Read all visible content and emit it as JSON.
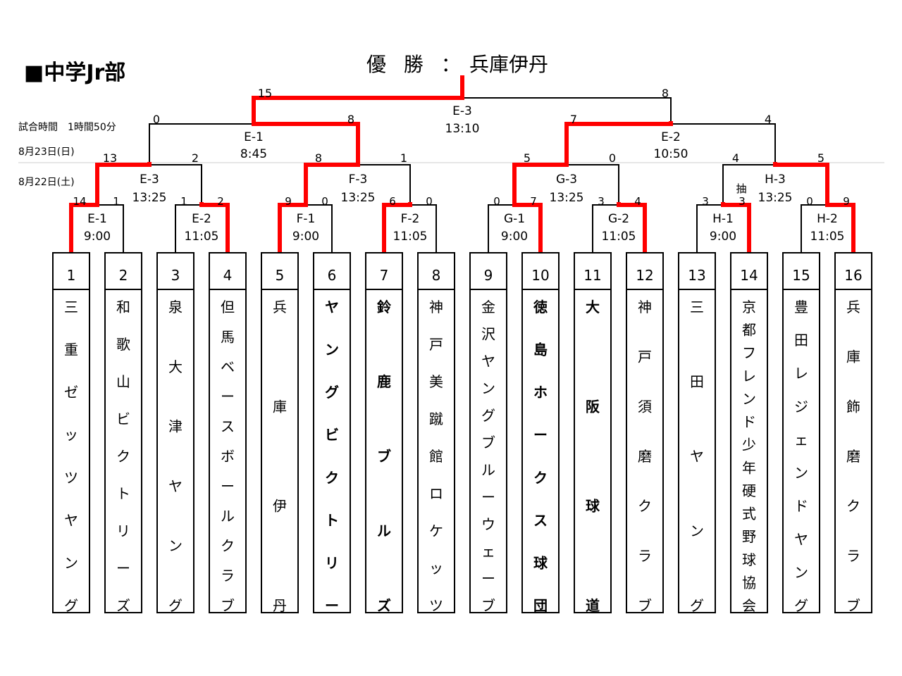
{
  "section_title": "■中学Jr部",
  "champion_label": "優 勝 ：",
  "champion_team": "兵庫伊丹",
  "match_duration": "試合時間　1時間50分",
  "date_day2": "8月23日(日)",
  "date_day1": "8月22日(土)",
  "colors": {
    "winner_path": "#ff0000",
    "line": "#000000"
  },
  "teams": [
    {
      "seed": "1",
      "name": "三重ゼッツヤング",
      "bold": false
    },
    {
      "seed": "2",
      "name": "和歌山ビクトリーズ",
      "bold": false
    },
    {
      "seed": "3",
      "name": "泉大津ヤング",
      "bold": false
    },
    {
      "seed": "4",
      "name": "但馬ベースボールクラブ",
      "bold": false
    },
    {
      "seed": "5",
      "name": "兵庫伊丹",
      "bold": false
    },
    {
      "seed": "6",
      "name": "ヤングビクトリー",
      "bold": true
    },
    {
      "seed": "7",
      "name": "鈴鹿ブルズ",
      "bold": true
    },
    {
      "seed": "8",
      "name": "神戸美蹴館ロケッツ",
      "bold": false
    },
    {
      "seed": "9",
      "name": "金沢ヤングブルーウェーブ",
      "bold": false
    },
    {
      "seed": "10",
      "name": "徳島ホークス球団",
      "bold": true
    },
    {
      "seed": "11",
      "name": "大阪球道",
      "bold": true
    },
    {
      "seed": "12",
      "name": "神戸須磨クラブ",
      "bold": false
    },
    {
      "seed": "13",
      "name": "三田ヤング",
      "bold": false
    },
    {
      "seed": "14",
      "name": "京都フレンド少年硬式野球協会",
      "bold": false
    },
    {
      "seed": "15",
      "name": "豊田レジェンドヤング",
      "bold": false
    },
    {
      "seed": "16",
      "name": "兵庫飾磨クラブ",
      "bold": false
    }
  ],
  "round1": [
    {
      "id": "E-1",
      "time": "9:00",
      "score_left": "14",
      "score_right": "1",
      "winner": "left"
    },
    {
      "id": "E-2",
      "time": "11:05",
      "score_left": "1",
      "score_right": "2",
      "winner": "right"
    },
    {
      "id": "F-1",
      "time": "9:00",
      "score_left": "9",
      "score_right": "0",
      "winner": "left"
    },
    {
      "id": "F-2",
      "time": "11:05",
      "score_left": "6",
      "score_right": "0",
      "winner": "left"
    },
    {
      "id": "G-1",
      "time": "9:00",
      "score_left": "0",
      "score_right": "7",
      "winner": "right"
    },
    {
      "id": "G-2",
      "time": "11:05",
      "score_left": "3",
      "score_right": "4",
      "winner": "right"
    },
    {
      "id": "H-1",
      "time": "9:00",
      "score_left": "3",
      "score_right": "3",
      "winner": "right",
      "note": "抽"
    },
    {
      "id": "H-2",
      "time": "11:05",
      "score_left": "0",
      "score_right": "9",
      "winner": "right"
    }
  ],
  "round2": [
    {
      "id": "E-3",
      "time": "13:25",
      "score_left": "13",
      "score_right": "2",
      "winner": "left"
    },
    {
      "id": "F-3",
      "time": "13:25",
      "score_left": "8",
      "score_right": "1",
      "winner": "left"
    },
    {
      "id": "G-3",
      "time": "13:25",
      "score_left": "5",
      "score_right": "0",
      "winner": "left"
    },
    {
      "id": "H-3",
      "time": "13:25",
      "score_left": "4",
      "score_right": "5",
      "winner": "right"
    }
  ],
  "semis": [
    {
      "id": "E-1",
      "time": "8:45",
      "score_left": "0",
      "score_right": "8",
      "winner": "right"
    },
    {
      "id": "E-2",
      "time": "10:50",
      "score_left": "7",
      "score_right": "4",
      "winner": "left"
    }
  ],
  "final": {
    "id": "E-3",
    "time": "13:10",
    "score_left": "15",
    "score_right": "8",
    "winner": "left"
  }
}
